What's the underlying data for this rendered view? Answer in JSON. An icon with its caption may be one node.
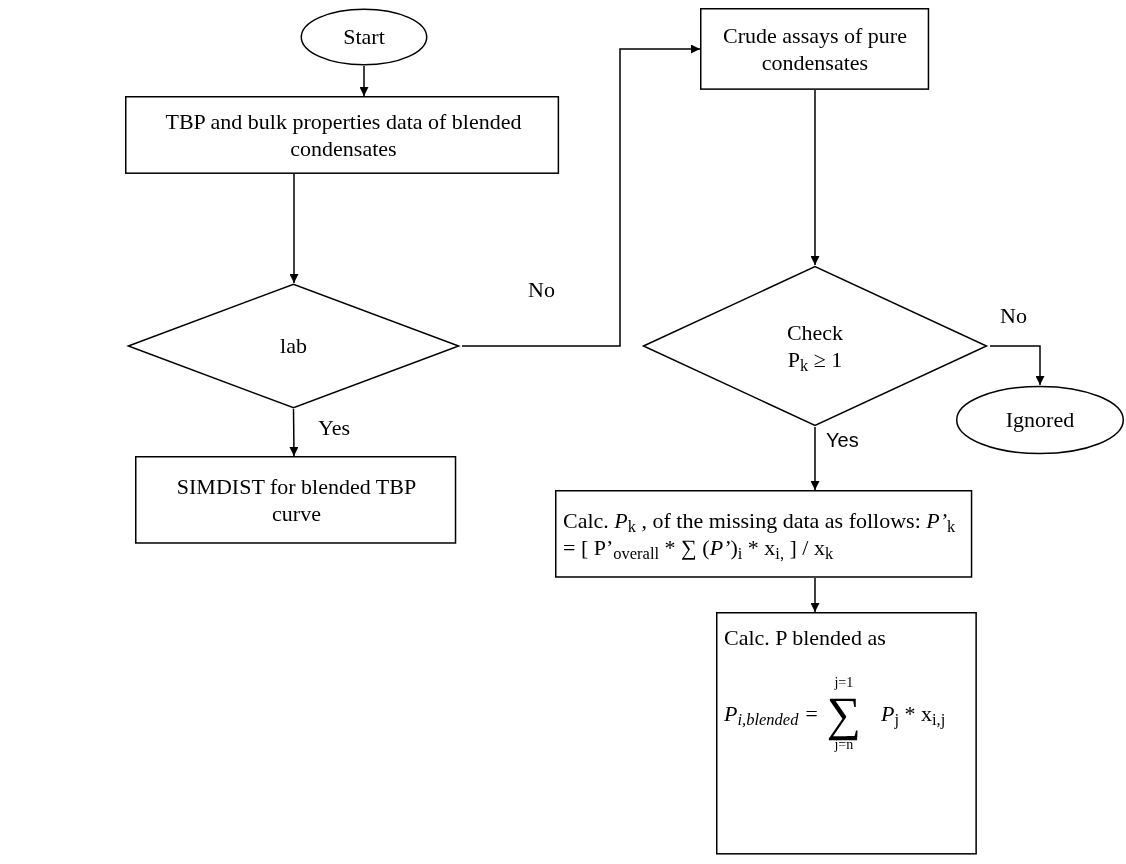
{
  "diagram": {
    "nodes": [
      {
        "text": [
          "Start"
        ]
      },
      {
        "text": [
          "TBP and bulk properties data of blended condensates"
        ]
      },
      {
        "text": [
          "lab"
        ]
      },
      {
        "text": [
          "SIMDIST for blended TBP curve"
        ]
      },
      {
        "text": [
          "Crude assays of pure condensates"
        ]
      },
      {
        "text": [
          "Check P$_{k}$ ≥ 1"
        ]
      },
      {
        "text": [
          "Ignored"
        ]
      },
      {
        "text": [
          "Calc. *P*$_{k}$ , of the missing data as follows:  *P’*$_{k}$ =       [ P’$_{overall}$ * ∑  (*P’*)$_{i}$ * x$_{i,}$ ] / x$_{k}$"
        ]
      },
      {
        "text": [
          "Calc. P blended as",
          "*P*$_{i,blended}$ =",
          "j=1",
          "∑",
          "j=n",
          "*P*$_{j}$ * x$_{i,j}$"
        ]
      }
    ],
    "edges": [
      {
        "from": 0,
        "to": 1,
        "arrow": "to"
      },
      {
        "from": 1,
        "to": 2,
        "arrow": "to"
      },
      {
        "from": 2,
        "to": 3,
        "arrow": "to",
        "label": "Yes"
      },
      {
        "from": 2,
        "to": 4,
        "arrow": "to",
        "label": "No"
      },
      {
        "from": 4,
        "to": 5,
        "arrow": "to"
      },
      {
        "from": 5,
        "to": 6,
        "arrow": "to",
        "label": "No"
      },
      {
        "from": 5,
        "to": 7,
        "arrow": "to",
        "label": "Yes"
      },
      {
        "from": 7,
        "to": 8,
        "arrow": "to"
      }
    ]
  }
}
